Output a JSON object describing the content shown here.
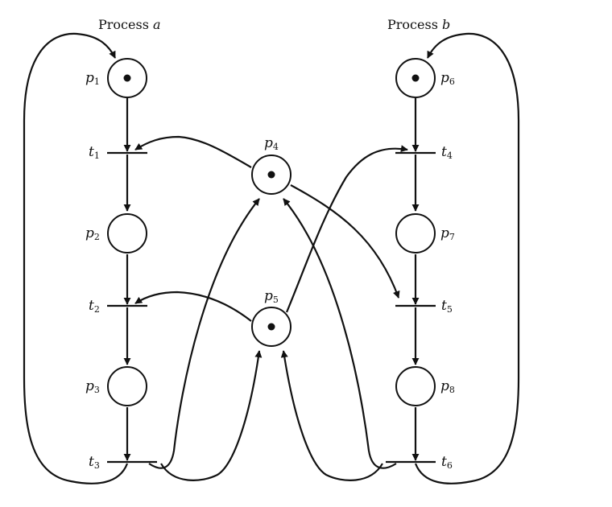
{
  "titles": {
    "process_a": {
      "text": "Process ",
      "var": "a"
    },
    "process_b": {
      "text": "Process ",
      "var": "b"
    }
  },
  "places": [
    {
      "id": "p1",
      "letter": "p",
      "sub": "1",
      "token": true
    },
    {
      "id": "p2",
      "letter": "p",
      "sub": "2",
      "token": false
    },
    {
      "id": "p3",
      "letter": "p",
      "sub": "3",
      "token": false
    },
    {
      "id": "p4",
      "letter": "p",
      "sub": "4",
      "token": true
    },
    {
      "id": "p5",
      "letter": "p",
      "sub": "5",
      "token": true
    },
    {
      "id": "p6",
      "letter": "p",
      "sub": "6",
      "token": true
    },
    {
      "id": "p7",
      "letter": "p",
      "sub": "7",
      "token": false
    },
    {
      "id": "p8",
      "letter": "p",
      "sub": "8",
      "token": false
    }
  ],
  "transitions": [
    {
      "id": "t1",
      "letter": "t",
      "sub": "1"
    },
    {
      "id": "t2",
      "letter": "t",
      "sub": "2"
    },
    {
      "id": "t3",
      "letter": "t",
      "sub": "3"
    },
    {
      "id": "t4",
      "letter": "t",
      "sub": "4"
    },
    {
      "id": "t5",
      "letter": "t",
      "sub": "5"
    },
    {
      "id": "t6",
      "letter": "t",
      "sub": "6"
    }
  ],
  "arcs": [
    {
      "from": "p1",
      "to": "t1"
    },
    {
      "from": "t1",
      "to": "p2"
    },
    {
      "from": "p2",
      "to": "t2"
    },
    {
      "from": "t2",
      "to": "p3"
    },
    {
      "from": "p3",
      "to": "t3"
    },
    {
      "from": "t3",
      "to": "p1"
    },
    {
      "from": "p6",
      "to": "t4"
    },
    {
      "from": "t4",
      "to": "p7"
    },
    {
      "from": "p7",
      "to": "t5"
    },
    {
      "from": "t5",
      "to": "p8"
    },
    {
      "from": "p8",
      "to": "t6"
    },
    {
      "from": "t6",
      "to": "p6"
    },
    {
      "from": "p4",
      "to": "t1"
    },
    {
      "from": "p4",
      "to": "t5"
    },
    {
      "from": "p5",
      "to": "t2"
    },
    {
      "from": "p5",
      "to": "t4"
    },
    {
      "from": "t3",
      "to": "p4"
    },
    {
      "from": "t3",
      "to": "p5"
    },
    {
      "from": "t6",
      "to": "p4"
    },
    {
      "from": "t6",
      "to": "p5"
    }
  ],
  "colors": {
    "stroke": "#111111",
    "fill": "#ffffff"
  }
}
